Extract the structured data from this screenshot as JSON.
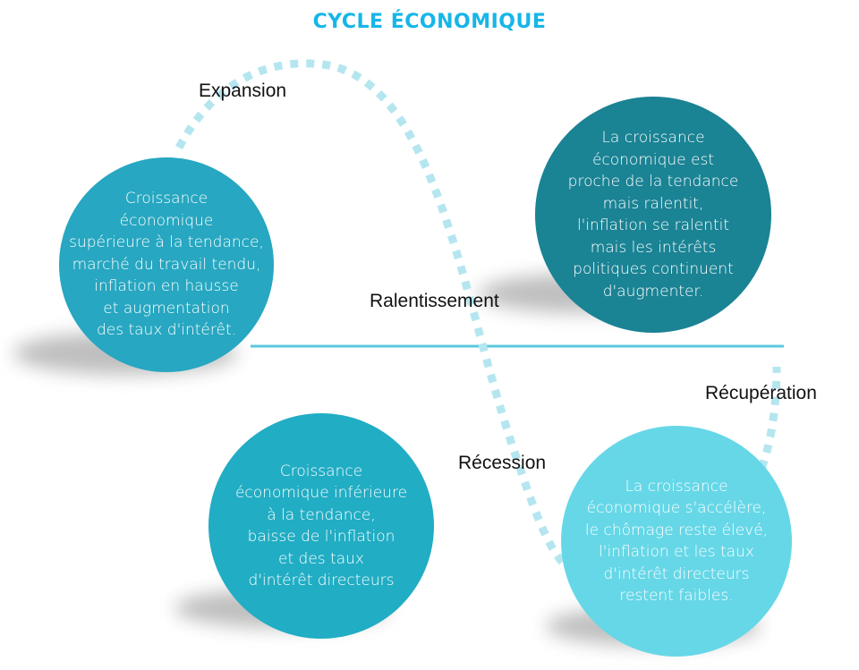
{
  "title": "CYCLE ÉCONOMIQUE",
  "colors": {
    "title": "#16b6e8",
    "wave_dots": "#b5e6f0",
    "baseline": "#5bc8dc",
    "expansion_circle": "#27a7c1",
    "slowdown_circle": "#1a8394",
    "recession_circle": "#21adc4",
    "recovery_circle": "#66d7e7"
  },
  "phases": {
    "expansion": {
      "label": "Expansion",
      "description": "Croissance\néconomique\nsupérieure à la tendance,\nmarché du travail tendu,\ninflation en hausse\net augmentation\ndes taux d'intérêt."
    },
    "slowdown": {
      "label": "Ralentissement",
      "description": "La croissance\néconomique est\nproche de la tendance\nmais ralentit,\nl'inflation se ralentit\nmais les intérêts\npolitiques continuent\nd'augmenter."
    },
    "recession": {
      "label": "Récession",
      "description": "Croissance\néconomique inférieure\nà la tendance,\nbaisse de l'inflation\net des taux\nd'intérêt directeurs"
    },
    "recovery": {
      "label": "Récupération",
      "description": "La croissance\néconomique s'accélère,\nle chômage reste élevé,\nl'inflation et les taux\nd'intérêt directeurs\nrestent faibles."
    }
  }
}
